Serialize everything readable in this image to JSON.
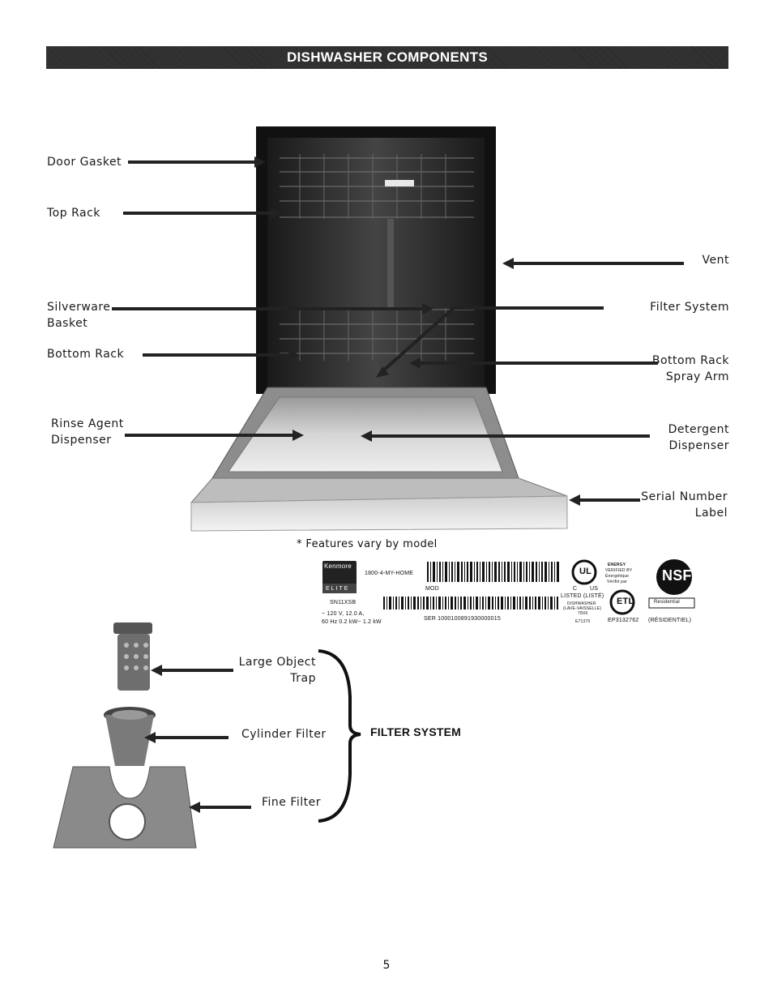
{
  "header": {
    "title": "DISHWASHER COMPONENTS"
  },
  "labels": {
    "door_gasket": "Door Gasket",
    "top_rack": "Top Rack",
    "silverware_basket": [
      "Silverware",
      "Basket"
    ],
    "bottom_rack": "Bottom Rack",
    "rinse_agent": [
      "Rinse Agent",
      "Dispenser"
    ],
    "vent": "Vent",
    "filter_system": "Filter System",
    "bottom_rack_spray_arm": [
      "Bottom Rack",
      "Spray Arm"
    ],
    "detergent_dispenser": [
      "Detergent",
      "Dispenser"
    ],
    "serial_number_label": [
      "Serial Number",
      "Label"
    ]
  },
  "features_note": "* Features vary by model",
  "serial_label": {
    "brand": "Kenmore",
    "brand_line": "ELITE",
    "phone": "1800-4-MY-HOME",
    "mod": "MOD",
    "model_code": "SN11XSB",
    "voltage": "~ 120 V, 12.0 A,",
    "power": "60 Hz  0.2 kW~  1.2 kW",
    "ser": "SER 1000100891930000015",
    "ul_marks": [
      "C",
      "US"
    ],
    "listed": "LISTED (LISTÉ)",
    "dishwasher": "DISHWASHER",
    "lave": "(LAVE-VAISSELLE)",
    "code_78x6": "78X6",
    "e_code": "E71370",
    "ep_code": "EP3132762",
    "energy": [
      "ENERGY",
      "VERIFIED BY",
      "Énergétique",
      "Vérifié par"
    ],
    "nsf": "NSF",
    "residential": "Residential",
    "residentiel": "(RÉSIDENTIEL)"
  },
  "filter_parts": {
    "large_object_trap": [
      "Large Object",
      "Trap"
    ],
    "cylinder_filter": "Cylinder Filter",
    "fine_filter": "Fine Filter",
    "system_title": "FILTER SYSTEM"
  },
  "page_number": "5"
}
